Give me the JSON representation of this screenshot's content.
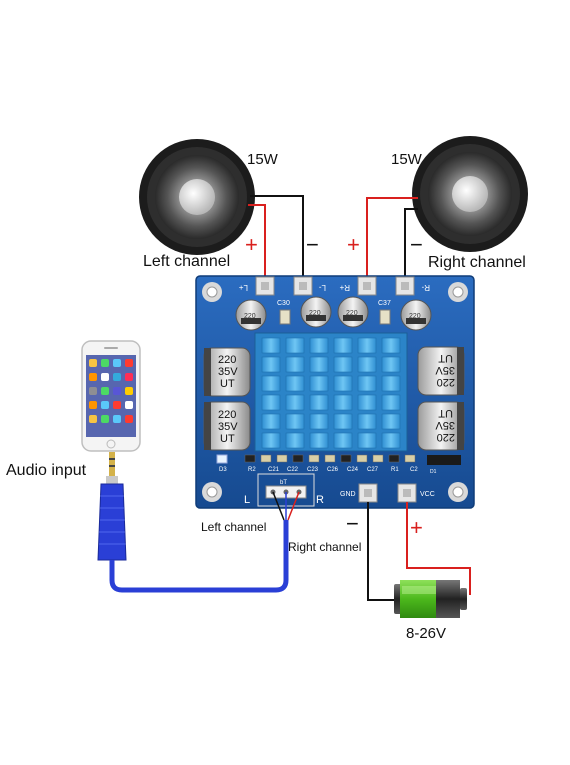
{
  "speakers": {
    "left": {
      "power": "15W"
    },
    "right": {
      "power": "15W"
    }
  },
  "labels": {
    "left_channel": "Left channel",
    "right_channel": "Right channel",
    "audio_input": "Audio input",
    "input_left": "Left channel",
    "input_right": "Right channel",
    "voltage": "8-26V",
    "plus": "+",
    "minus": "−"
  },
  "board": {
    "terminal_lp": "L+",
    "terminal_lm": "L-",
    "terminal_rp": "R+",
    "terminal_rm": "R-",
    "gnd": "GND",
    "vcc": "VCC",
    "in_l": "L",
    "in_r": "R",
    "in_mid": "bT",
    "cap_big": [
      "220",
      "35V",
      "UT"
    ],
    "cap_small": "220",
    "silk": [
      "D3",
      "R2",
      "C21",
      "C22",
      "C23",
      "C26",
      "C24",
      "C27",
      "R1",
      "C2",
      "C30",
      "C37",
      "D1"
    ]
  },
  "colors": {
    "board": "#1f5fae",
    "heatsink": "#3fa9e6",
    "wire_red": "#d9201e",
    "wire_black": "#111111",
    "cable_blue": "#2a3fd6",
    "battery_green": "#5ec72b"
  }
}
